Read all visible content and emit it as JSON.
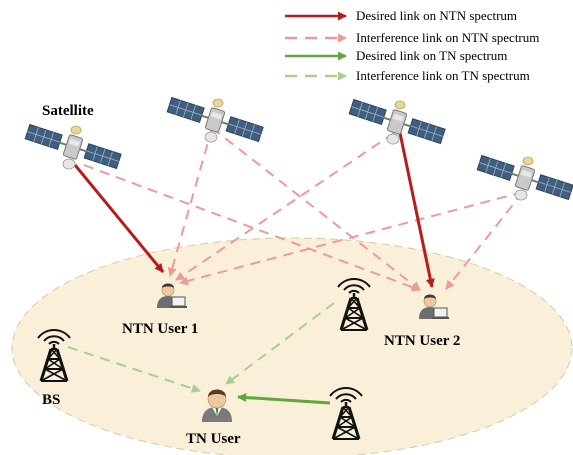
{
  "legend": [
    {
      "label": "Desired link on NTN spectrum",
      "color": "#b71c1c",
      "style": "solid"
    },
    {
      "label": "Interference link on NTN spectrum",
      "color": "#ef9a9a",
      "style": "dashed"
    },
    {
      "label": "Desired link on TN spectrum",
      "color": "#5fa83a",
      "style": "solid"
    },
    {
      "label": "Interference link on TN spectrum",
      "color": "#a9cf8c",
      "style": "dashed"
    }
  ],
  "labels": {
    "satellite": "Satellite",
    "ntn_user_1": "NTN User 1",
    "ntn_user_2": "NTN User 2",
    "bs": "BS",
    "tn_user": "TN User"
  },
  "colors": {
    "ntn_desired": "#b71c1c",
    "ntn_interference": "#ef9a9a",
    "tn_desired": "#5fa83a",
    "tn_interference": "#a9cf8c",
    "ground_fill": "#faefd9",
    "ground_stroke": "#d9c9a8"
  },
  "icons": [
    "satellite-icon",
    "user-laptop-icon",
    "tower-icon",
    "tn-user-icon"
  ]
}
